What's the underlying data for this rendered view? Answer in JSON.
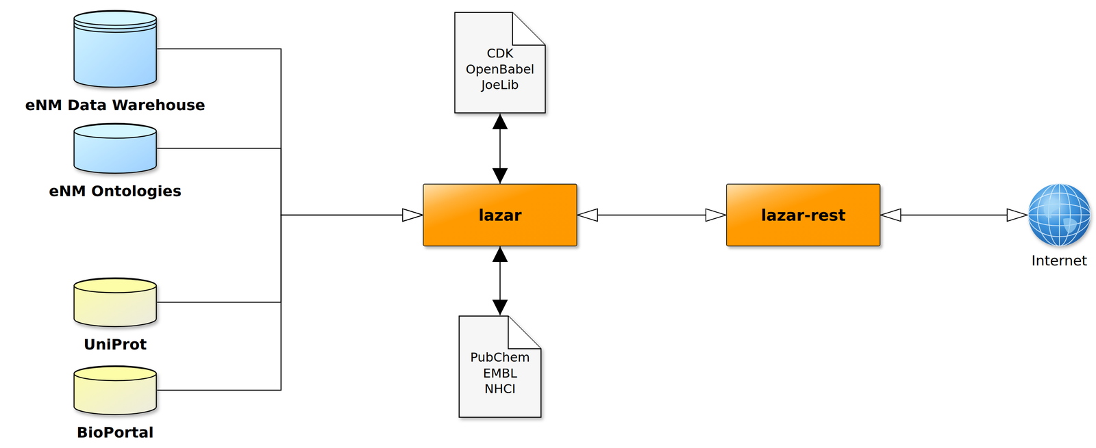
{
  "diagram": {
    "nodes": [
      {
        "text": [
          "eNM Data Warehouse"
        ]
      },
      {
        "text": [
          "eNM Ontologies"
        ]
      },
      {
        "text": [
          "UniProt"
        ]
      },
      {
        "text": [
          "BioPortal"
        ]
      },
      {
        "text": [
          "CDK",
          "OpenBabel",
          "JoeLib"
        ]
      },
      {
        "text": [
          "lazar"
        ]
      },
      {
        "text": [
          "PubChem",
          "EMBL",
          "NHCI"
        ]
      },
      {
        "text": [
          "lazar-rest"
        ]
      },
      {
        "text": [
          "Internet"
        ]
      }
    ],
    "edges": [
      {
        "from": 0,
        "to": 5,
        "arrow": "to"
      },
      {
        "from": 1,
        "to": 5,
        "arrow": "to"
      },
      {
        "from": 2,
        "to": 5,
        "arrow": "to"
      },
      {
        "from": 3,
        "to": 5,
        "arrow": "to"
      },
      {
        "from": 5,
        "to": 4,
        "arrow": "both"
      },
      {
        "from": 5,
        "to": 6,
        "arrow": "both"
      },
      {
        "from": 5,
        "to": 7,
        "arrow": "both"
      },
      {
        "from": 7,
        "to": 8,
        "arrow": "both"
      }
    ]
  }
}
